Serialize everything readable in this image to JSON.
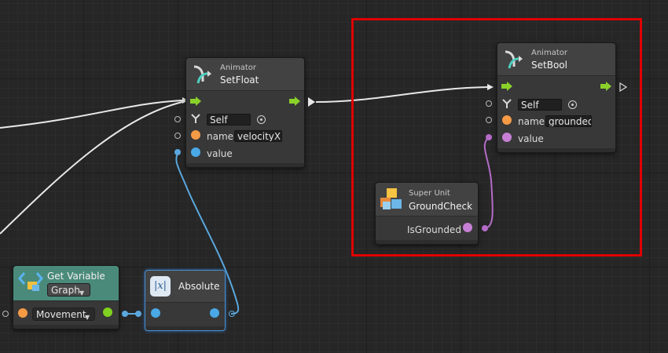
{
  "nodes": {
    "setfloat": {
      "kind": "Animator",
      "title": "SetFloat",
      "target_value": "Self",
      "name_label": "name",
      "name_value": "velocityX",
      "value_label": "value"
    },
    "setbool": {
      "kind": "Animator",
      "title": "SetBool",
      "target_value": "Self",
      "name_label": "name",
      "name_value": "grounded",
      "value_label": "value"
    },
    "groundcheck": {
      "kind": "Super Unit",
      "title": "GroundCheck",
      "output_label": "IsGrounded"
    },
    "getvariable": {
      "title": "Get Variable",
      "scope_value": "Graph",
      "variable_value": "Movement"
    },
    "absolute": {
      "title": "Absolute"
    }
  },
  "colors": {
    "flow_arrow": "#8ad12a",
    "string_port": "#f59a45",
    "float_port": "#4aa8e6",
    "bool_port": "#c77fd6",
    "object_port": "#7fd21f",
    "highlight": "#e00000",
    "flow_wire": "#e8e8e8",
    "float_wire": "#5aa7dd",
    "bool_wire": "#b46cc8"
  },
  "icons": [
    "animator-icon",
    "super-unit-icon",
    "variable-icon",
    "function-icon",
    "self-target-icon"
  ]
}
